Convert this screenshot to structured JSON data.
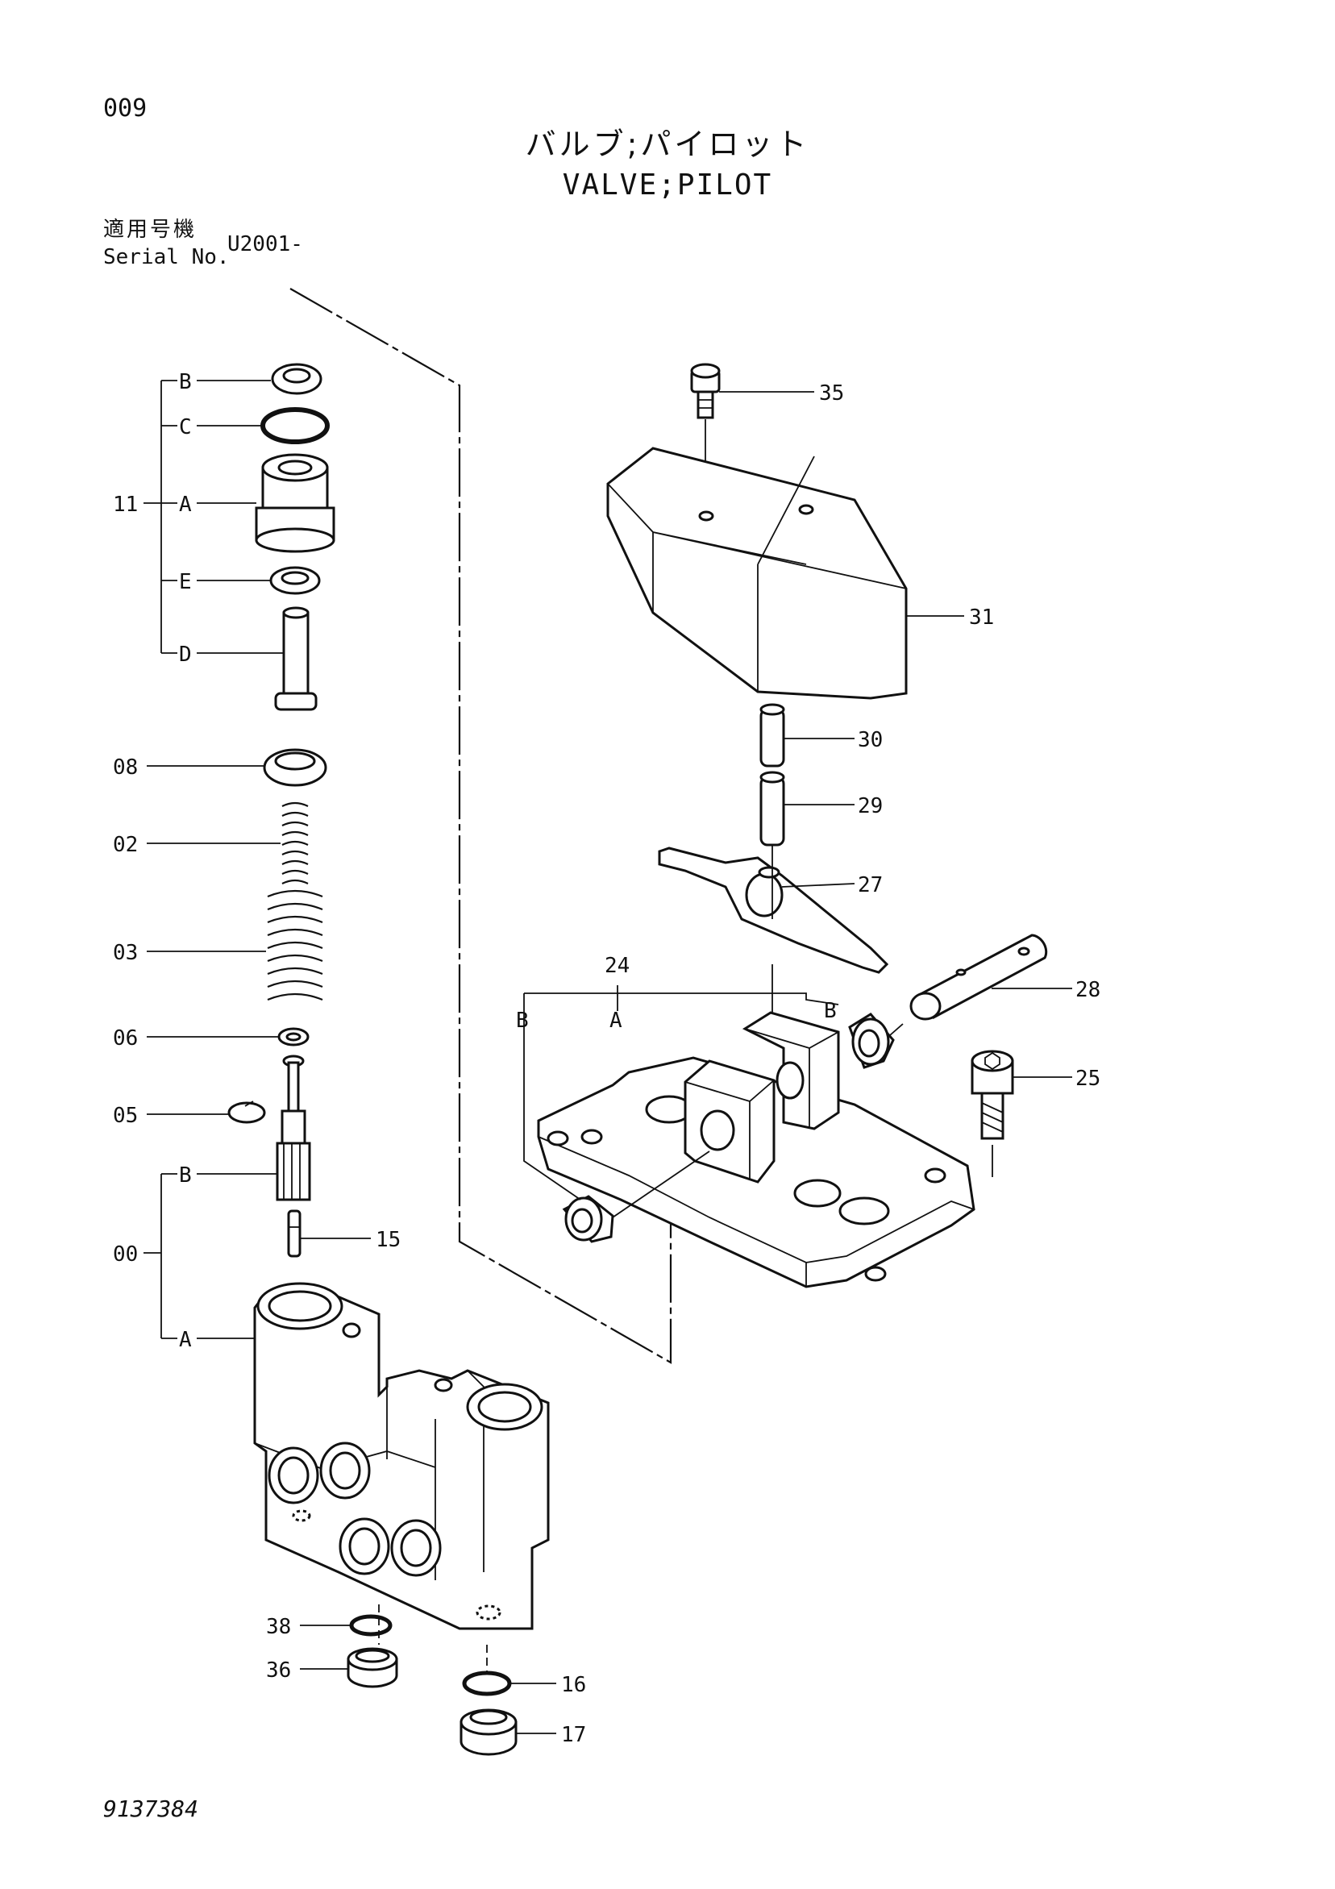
{
  "header": {
    "page_number": "009",
    "title_jp": "バルブ;パイロット",
    "title_en": "VALVE;PILOT",
    "serial_label_jp": "適用号機",
    "serial_label_en": "Serial No.",
    "serial_value": "U2001-"
  },
  "footer": {
    "drawing_number": "9137384"
  },
  "callouts": {
    "g11": "11",
    "g11_b": "B",
    "g11_c": "C",
    "g11_a": "A",
    "g11_e": "E",
    "g11_d": "D",
    "p08": "08",
    "p02": "02",
    "p03": "03",
    "p06": "06",
    "p05": "05",
    "g00": "00",
    "g00_b": "B",
    "g00_a": "A",
    "p15": "15",
    "p38": "38",
    "p36": "36",
    "p16": "16",
    "p17": "17",
    "p35": "35",
    "p31": "31",
    "p30": "30",
    "p29": "29",
    "p27": "27",
    "g24": "24",
    "g24_b_left": "B",
    "g24_a": "A",
    "g24_b_right": "B",
    "p28": "28",
    "p25": "25"
  }
}
